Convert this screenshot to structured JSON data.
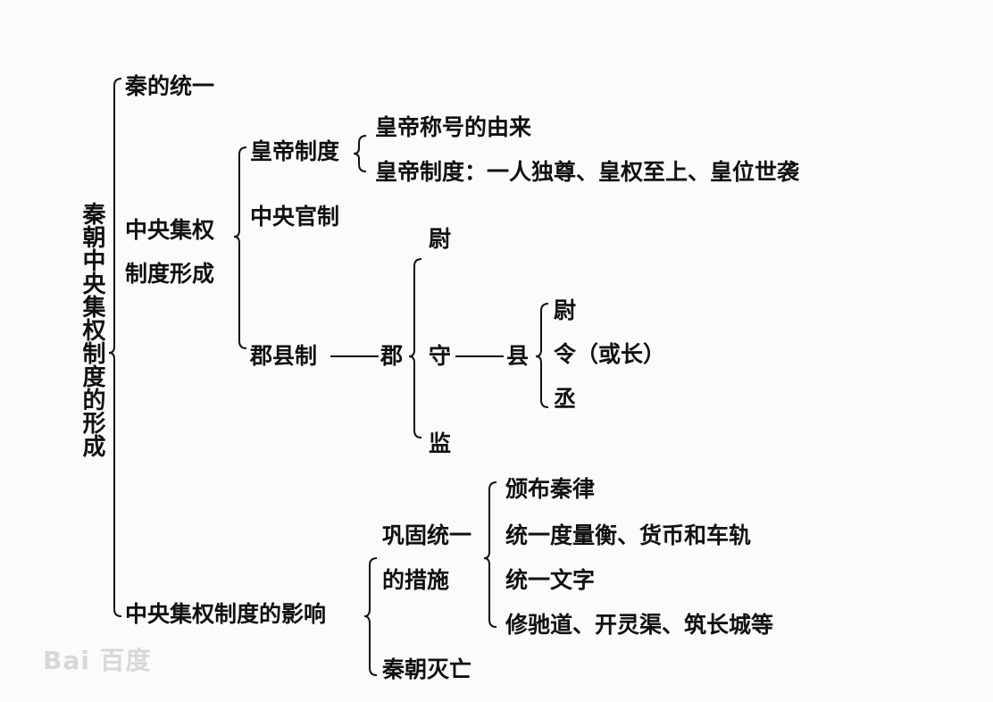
{
  "root": "秦朝中央集权制度的形成",
  "branch1": "秦的统一",
  "branch2": {
    "line1": "中央集权",
    "line2": "制度形成",
    "emperor": {
      "label": "皇帝制度",
      "items": [
        "皇帝称号的由来",
        "皇帝制度：一人独尊、皇权至上、皇位世袭"
      ]
    },
    "central_officials": "中央官制",
    "commandery": {
      "label": "郡县制",
      "jun": "郡",
      "jun_items": [
        "尉",
        "守",
        "监"
      ],
      "xian": "县",
      "xian_items": [
        "尉",
        "令（或长）",
        "丞"
      ]
    }
  },
  "branch3": {
    "label": "中央集权制度的影响",
    "measures_line1": "巩固统一",
    "measures_line2": "的措施",
    "measures": [
      "颁布秦律",
      "统一度量衡、货币和车轨",
      "统一文字",
      "修驰道、开灵渠、筑长城等"
    ],
    "fall": "秦朝灭亡"
  },
  "watermark": "Bai 百度"
}
